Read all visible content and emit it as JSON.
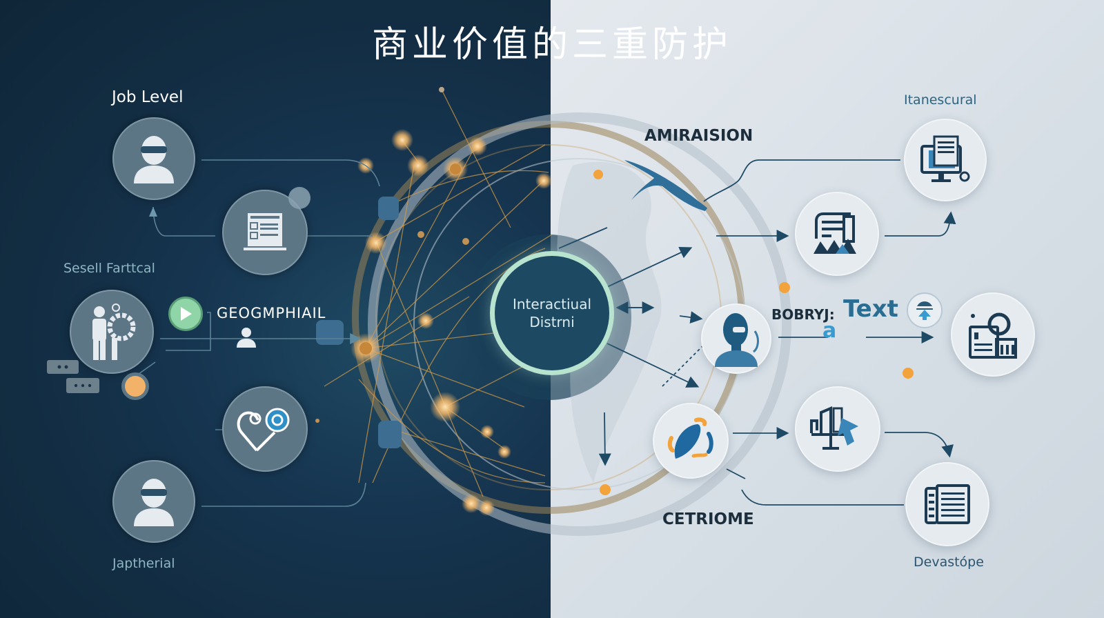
{
  "title": "商业价值的三重防护",
  "colors": {
    "left_bg": "#122c41",
    "right_bg": "#d7dfe6",
    "accent_orange": "#f3a33b",
    "hub_ring": "#b7e3cf",
    "icon_blue": "#2f6f9a",
    "icon_navy": "#1c3a52"
  },
  "left_panel": {
    "labels": {
      "job_level": "Job Level",
      "sesell": "Sesell Farttcal",
      "geogmphial": "GEOGMPHIAIL",
      "japtherial": "Japtherial"
    },
    "nodes": [
      {
        "id": "user-top",
        "icon": "user-icon"
      },
      {
        "id": "document",
        "icon": "laptop-document-icon"
      },
      {
        "id": "people-gear",
        "icon": "person-gear-icon"
      },
      {
        "id": "heart",
        "icon": "heart-gear-icon"
      },
      {
        "id": "user-bottom",
        "icon": "user-icon"
      }
    ]
  },
  "hub": {
    "line1": "Interactiual",
    "line2": "Distrni"
  },
  "right_panel": {
    "labels": {
      "amiraision": "AMIRAISION",
      "itanescural": "Itanescural",
      "bobryj": "BOBRYJ:",
      "text_word": "Text",
      "a_letter": "a",
      "cetriome": "CETRIOME",
      "devastope": "Devastópe"
    },
    "nodes": [
      {
        "id": "monitor",
        "icon": "monitor-document-icon"
      },
      {
        "id": "chart",
        "icon": "chart-document-icon"
      },
      {
        "id": "person",
        "icon": "person-avatar-icon"
      },
      {
        "id": "search-doc",
        "icon": "search-document-icon"
      },
      {
        "id": "leaf",
        "icon": "leaf-icon"
      },
      {
        "id": "building",
        "icon": "building-icon"
      },
      {
        "id": "list",
        "icon": "list-document-icon"
      }
    ]
  }
}
